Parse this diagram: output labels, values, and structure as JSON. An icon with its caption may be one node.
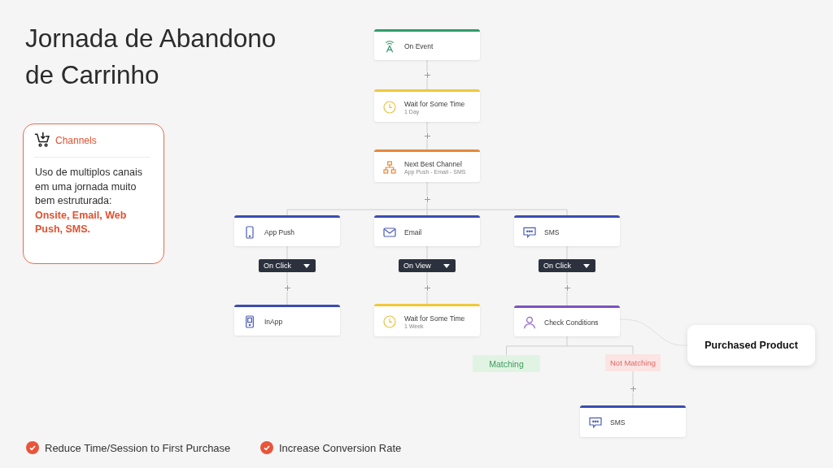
{
  "diagram": {
    "title": "Jornada de Abandono de Carrinho",
    "nodes": [
      {
        "text": [
          "Channels",
          "Uso de multiplos canais em uma jornada muito bem estruturada: **Onsite, Email, Web Push, SMS.**"
        ]
      },
      {
        "text": [
          "On Event"
        ]
      },
      {
        "text": [
          "Wait for Some Time",
          "1 Day"
        ]
      },
      {
        "text": [
          "Next Best Channel",
          "App Push - Email - SMS"
        ]
      },
      {
        "text": [
          "App Push"
        ]
      },
      {
        "text": [
          "Email"
        ]
      },
      {
        "text": [
          "SMS"
        ]
      },
      {
        "text": [
          "On Click"
        ]
      },
      {
        "text": [
          "On View"
        ]
      },
      {
        "text": [
          "On Click"
        ]
      },
      {
        "text": [
          "InApp"
        ]
      },
      {
        "text": [
          "Wait for Some Time",
          "1 Week"
        ]
      },
      {
        "text": [
          "Check Conditions"
        ]
      },
      {
        "text": [
          "Purchased Product"
        ]
      },
      {
        "text": [
          "Matching"
        ]
      },
      {
        "text": [
          "Not Matching"
        ]
      },
      {
        "text": [
          "SMS"
        ]
      }
    ],
    "edges": [
      {
        "from": 1,
        "to": 2,
        "arrow": "none"
      },
      {
        "from": 2,
        "to": 3,
        "arrow": "none"
      },
      {
        "from": 3,
        "to": 4,
        "arrow": "none"
      },
      {
        "from": 3,
        "to": 5,
        "arrow": "none"
      },
      {
        "from": 3,
        "to": 6,
        "arrow": "none"
      },
      {
        "from": 4,
        "to": 7,
        "arrow": "none"
      },
      {
        "from": 7,
        "to": 10,
        "arrow": "none"
      },
      {
        "from": 5,
        "to": 8,
        "arrow": "none"
      },
      {
        "from": 8,
        "to": 11,
        "arrow": "none"
      },
      {
        "from": 6,
        "to": 9,
        "arrow": "none"
      },
      {
        "from": 9,
        "to": 12,
        "arrow": "none"
      },
      {
        "from": 12,
        "to": 14,
        "arrow": "none"
      },
      {
        "from": 12,
        "to": 15,
        "arrow": "none"
      },
      {
        "from": 12,
        "to": 13,
        "arrow": "none",
        "color": "#e0e0e0"
      },
      {
        "from": 15,
        "to": 16,
        "arrow": "none"
      }
    ],
    "labels": [
      "Reduce Time/Session to First Purchase",
      "Increase Conversion Rate"
    ]
  }
}
